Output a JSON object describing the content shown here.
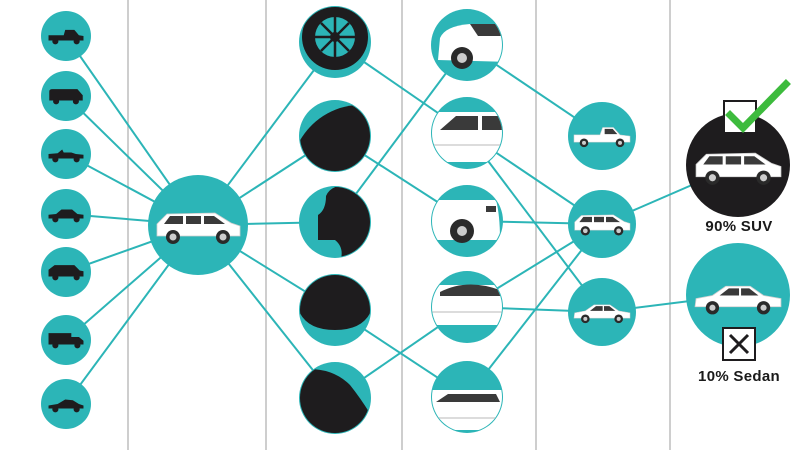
{
  "colors": {
    "teal": "#2cb5b7",
    "dark": "#1e1c1e",
    "divider": "#bdbdbd",
    "check": "#3dbb3d",
    "white": "#ffffff"
  },
  "columns": [
    {
      "name": "input-silhouettes",
      "nodes": [
        "pickup-truck-icon",
        "van-icon",
        "convertible-icon",
        "sedan-icon",
        "suv-icon",
        "delivery-truck-icon",
        "sports-car-icon"
      ]
    },
    {
      "name": "input-image",
      "nodes": [
        "white-suv-icon"
      ]
    },
    {
      "name": "edge-features",
      "nodes": [
        "wheel-feature",
        "curve-feature",
        "curve-feature",
        "dip-feature",
        "curve-feature"
      ]
    },
    {
      "name": "part-features",
      "nodes": [
        "front-wheel-part",
        "windows-part",
        "rear-wheel-part",
        "roof-part",
        "window-part"
      ]
    },
    {
      "name": "car-types",
      "nodes": [
        "pickup-icon",
        "suv-icon",
        "sedan-icon"
      ]
    },
    {
      "name": "outputs",
      "nodes": [
        "suv-result",
        "sedan-result"
      ]
    }
  ],
  "outputs": {
    "suv_label": "90% SUV",
    "sedan_label": "10% Sedan"
  }
}
